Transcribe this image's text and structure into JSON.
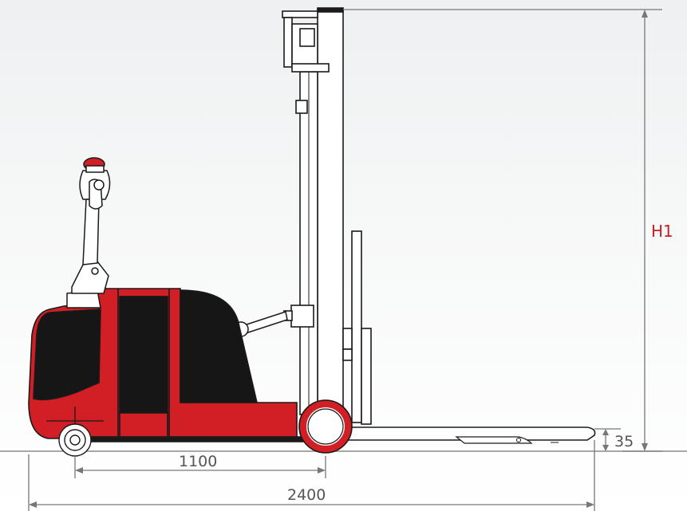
{
  "dimensions": {
    "h1_label": "H1",
    "fork_height": "35",
    "wheelbase": "1100",
    "overall_length": "2400"
  },
  "colors": {
    "body_red": "#d11f25",
    "cover_black": "#161616",
    "outline": "#1a1a1a",
    "dimension_line": "#777777",
    "h1_label_color": "#c81e24"
  }
}
